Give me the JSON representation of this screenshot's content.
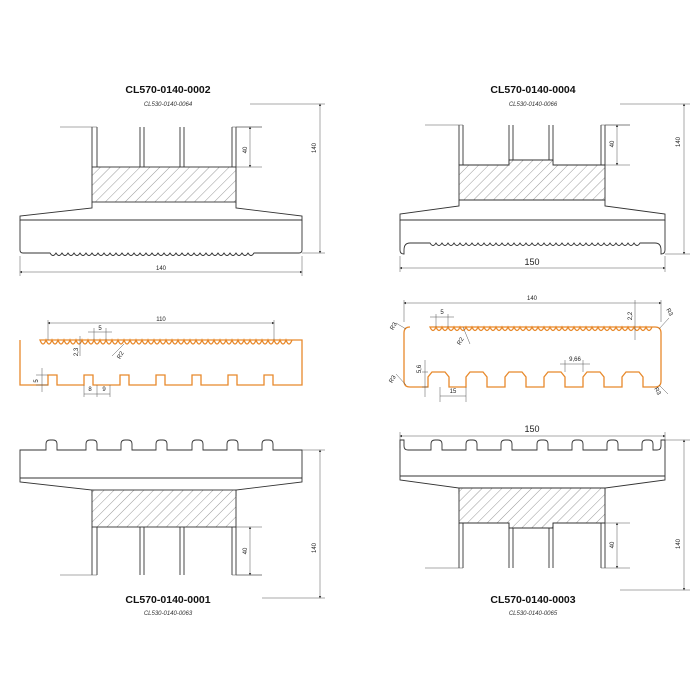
{
  "drawings": {
    "top_left": {
      "code": "CL570-0140-0002",
      "sub": "CL530-0140-0064",
      "dim_height": "140",
      "dim_insert": "40",
      "dim_width": "140"
    },
    "top_right": {
      "code": "CL570-0140-0004",
      "sub": "CL530-0140-0066",
      "dim_height": "140",
      "dim_insert": "40",
      "dim_width": "150"
    },
    "mid_left": {
      "dim_total": "110",
      "dim_pitch_top": "5",
      "dim_depth": "2,3",
      "dim_radius": "R2",
      "dim_slot_h": "5",
      "dim_slot_a": "8",
      "dim_slot_b": "9"
    },
    "mid_right": {
      "dim_total": "140",
      "dim_pitch_top": "5",
      "dim_depth": "2,2",
      "dim_radius": "R2",
      "dim_corner_tl": "R3",
      "dim_corner_tr": "R3",
      "dim_corner_bl": "R3",
      "dim_corner_br": "R3",
      "dim_slot_h": "5,6",
      "dim_slot_offset": "15",
      "dim_slot_w": "9,66"
    },
    "bottom_left": {
      "code": "CL570-0140-0001",
      "sub": "CL530-0140-0063",
      "dim_height": "140",
      "dim_insert": "40"
    },
    "bottom_right": {
      "code": "CL570-0140-0003",
      "sub": "CL530-0140-0065",
      "dim_height": "140",
      "dim_insert": "40",
      "dim_width": "150"
    }
  },
  "colors": {
    "profile_highlight": "#e8892b",
    "line": "#333333"
  }
}
